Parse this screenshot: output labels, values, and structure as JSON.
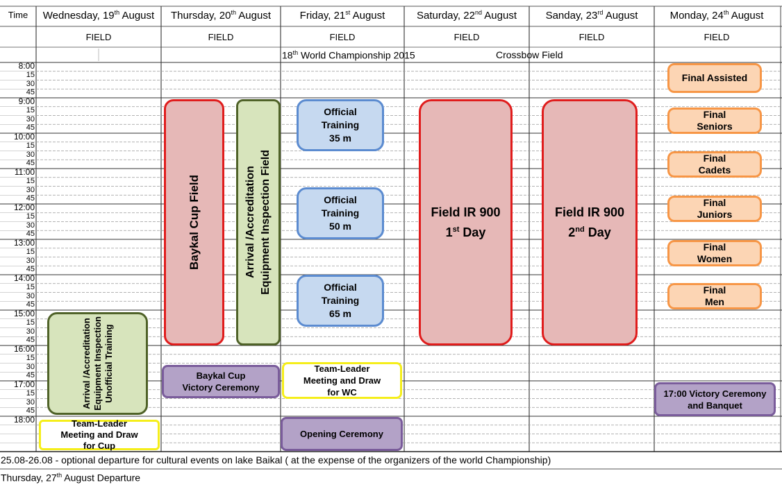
{
  "header": {
    "time_label": "Time",
    "days": [
      {
        "name": "Wednesday, 19",
        "sup": "th",
        "month": " August"
      },
      {
        "name": "Thursday, 20",
        "sup": "th",
        "month": " August"
      },
      {
        "name": "Friday, 21",
        "sup": "st",
        "month": " August"
      },
      {
        "name": "Saturday, 22",
        "sup": "nd",
        "month": " August"
      },
      {
        "name": "Sanday, 23",
        "sup": "rd",
        "month": " August"
      },
      {
        "name": "Monday, 24",
        "sup": "th",
        "month": " August"
      }
    ],
    "field_label": "FIELD"
  },
  "banner": {
    "pre": "18",
    "sup": "th",
    "title": " World Championship 2015",
    "subtitle": "Crossbow  Field"
  },
  "times": [
    {
      "t": "8:00",
      "hour": true
    },
    {
      "t": "15"
    },
    {
      "t": "30"
    },
    {
      "t": "45"
    },
    {
      "t": "9:00",
      "hour": true
    },
    {
      "t": "15"
    },
    {
      "t": "30"
    },
    {
      "t": "45"
    },
    {
      "t": "10:00",
      "hour": true
    },
    {
      "t": "15"
    },
    {
      "t": "30"
    },
    {
      "t": "45"
    },
    {
      "t": "11:00",
      "hour": true
    },
    {
      "t": "15"
    },
    {
      "t": "30"
    },
    {
      "t": "45"
    },
    {
      "t": "12:00",
      "hour": true
    },
    {
      "t": "15"
    },
    {
      "t": "30"
    },
    {
      "t": "45"
    },
    {
      "t": "13:00",
      "hour": true
    },
    {
      "t": "15"
    },
    {
      "t": "30"
    },
    {
      "t": "45"
    },
    {
      "t": "14:00",
      "hour": true
    },
    {
      "t": "15"
    },
    {
      "t": "30"
    },
    {
      "t": "45"
    },
    {
      "t": "15:00",
      "hour": true
    },
    {
      "t": "15"
    },
    {
      "t": "30"
    },
    {
      "t": "45"
    },
    {
      "t": "16:00",
      "hour": true
    },
    {
      "t": "15"
    },
    {
      "t": "30"
    },
    {
      "t": "45"
    },
    {
      "t": "17:00",
      "hour": true
    },
    {
      "t": "15"
    },
    {
      "t": "30"
    },
    {
      "t": "45"
    },
    {
      "t": "18:00",
      "hour": true
    }
  ],
  "events": {
    "wed_arrival": {
      "l1": "Arrival /Accreditation",
      "l2": "Equipment Inspection",
      "l3": "Unofficial Training"
    },
    "wed_teamleader": {
      "l1": "Team-Leader",
      "l2": "Meeting and Draw",
      "l3": "for Cup"
    },
    "thu_baykal": {
      "l1": "Baykal Cup   Field"
    },
    "thu_arrival": {
      "l1": "Arrival /Accreditation",
      "l2": "Equipment Inspection Field"
    },
    "thu_victory": {
      "l1": "Baykal  Cup",
      "l2": "Victory Ceremony"
    },
    "fri_train35": {
      "l1": "Official",
      "l2": "Training",
      "l3": "35 m"
    },
    "fri_train50": {
      "l1": "Official",
      "l2": "Training",
      "l3": "50 m"
    },
    "fri_train65": {
      "l1": "Official",
      "l2": "Training",
      "l3": "65 m"
    },
    "fri_teamleader": {
      "l1": "Team-Leader",
      "l2": "Meeting and Draw",
      "l3": "for WC"
    },
    "fri_opening": {
      "l1": "Opening Ceremony"
    },
    "sat_field": {
      "l1": "Field IR 900",
      "l2a": "1",
      "l2sup": "st",
      "l2b": " Day"
    },
    "sun_field": {
      "l1": "Field IR 900",
      "l2a": "2",
      "l2sup": "nd",
      "l2b": " Day"
    },
    "mon_assisted": {
      "l1": "Final Assisted"
    },
    "mon_seniors": {
      "l1": "Final",
      "l2": "Seniors"
    },
    "mon_cadets": {
      "l1": "Final",
      "l2": "Cadets"
    },
    "mon_juniors": {
      "l1": "Final",
      "l2": "Juniors"
    },
    "mon_women": {
      "l1": "Final",
      "l2": "Women"
    },
    "mon_men": {
      "l1": "Final",
      "l2": "Men"
    },
    "mon_victory": {
      "l1": "17:00 Victory Ceremony",
      "l2": "and Banquet"
    }
  },
  "footer": {
    "line1": "25.08-26.08 - optional departure for cultural events on lake Baikal ( at the expense of the organizers of the world Championship)",
    "line2a": "Thursday, 27",
    "line2sup": "th",
    "line2b": " August  Departure"
  },
  "colors": {
    "blue": "#c6d9f0",
    "red": "#e6b8b7",
    "green": "#d7e4bc",
    "orange": "#fcd5b4",
    "purple": "#b3a2c7",
    "yellow": "#f5ee1a"
  }
}
